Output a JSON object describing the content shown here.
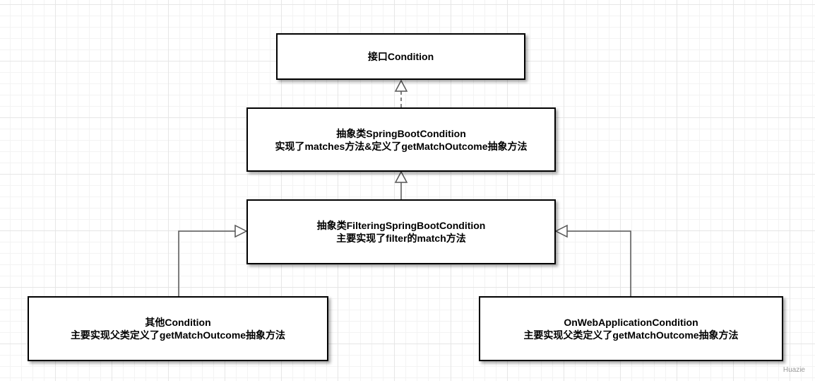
{
  "nodes": {
    "condition": {
      "line1": "接口Condition"
    },
    "spring_boot_condition": {
      "line1": "抽象类SpringBootCondition",
      "line2": "实现了matches方法&定义了getMatchOutcome抽象方法"
    },
    "filtering_condition": {
      "line1": "抽象类FilteringSpringBootCondition",
      "line2": "主要实现了filter的match方法"
    },
    "other_condition": {
      "line1": "其他Condition",
      "line2": "主要实现父类定义了getMatchOutcome抽象方法"
    },
    "web_app_condition": {
      "line1": "OnWebApplicationCondition",
      "line2": "主要实现父类定义了getMatchOutcome抽象方法"
    }
  },
  "edges": [
    {
      "from": "spring_boot_condition",
      "to": "condition",
      "style": "dashed",
      "arrow": "hollow-triangle"
    },
    {
      "from": "filtering_condition",
      "to": "spring_boot_condition",
      "style": "solid",
      "arrow": "hollow-triangle"
    },
    {
      "from": "other_condition",
      "to": "filtering_condition",
      "style": "solid",
      "arrow": "hollow-triangle"
    },
    {
      "from": "web_app_condition",
      "to": "filtering_condition",
      "style": "solid",
      "arrow": "hollow-triangle"
    }
  ],
  "watermark": "Huazie",
  "colors": {
    "grid": "#e6e6e6",
    "stroke": "#000000",
    "connector": "#555555"
  }
}
